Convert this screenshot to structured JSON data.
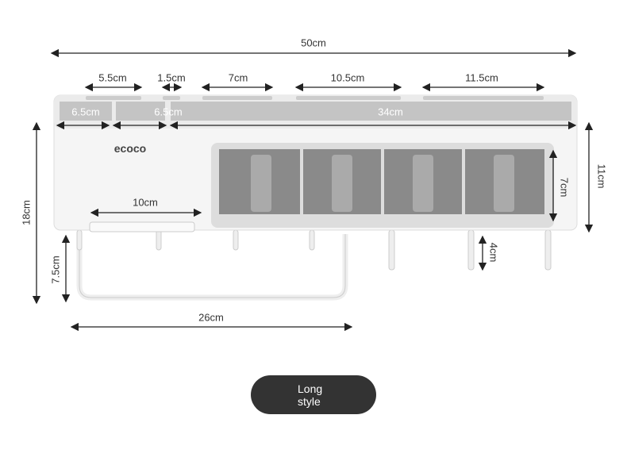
{
  "brand": "ecoco",
  "dimensions": {
    "total_width": "50cm",
    "top_slots": [
      "5.5cm",
      "1.5cm",
      "7cm",
      "10.5cm",
      "11.5cm"
    ],
    "compartments": [
      "6.5cm",
      "6.5cm",
      "34cm"
    ],
    "height_total": "18cm",
    "height_body": "11cm",
    "drawer_height": "7cm",
    "slot_width": "10cm",
    "towel_bar_drop": "7.5cm",
    "hook_length": "4cm",
    "towel_bar_width": "26cm"
  },
  "button": {
    "label": "Long style"
  },
  "colors": {
    "button": "#333333",
    "body": "#f4f4f4",
    "tray": "#c4c4c4",
    "drawer": "#8a8a8a"
  }
}
